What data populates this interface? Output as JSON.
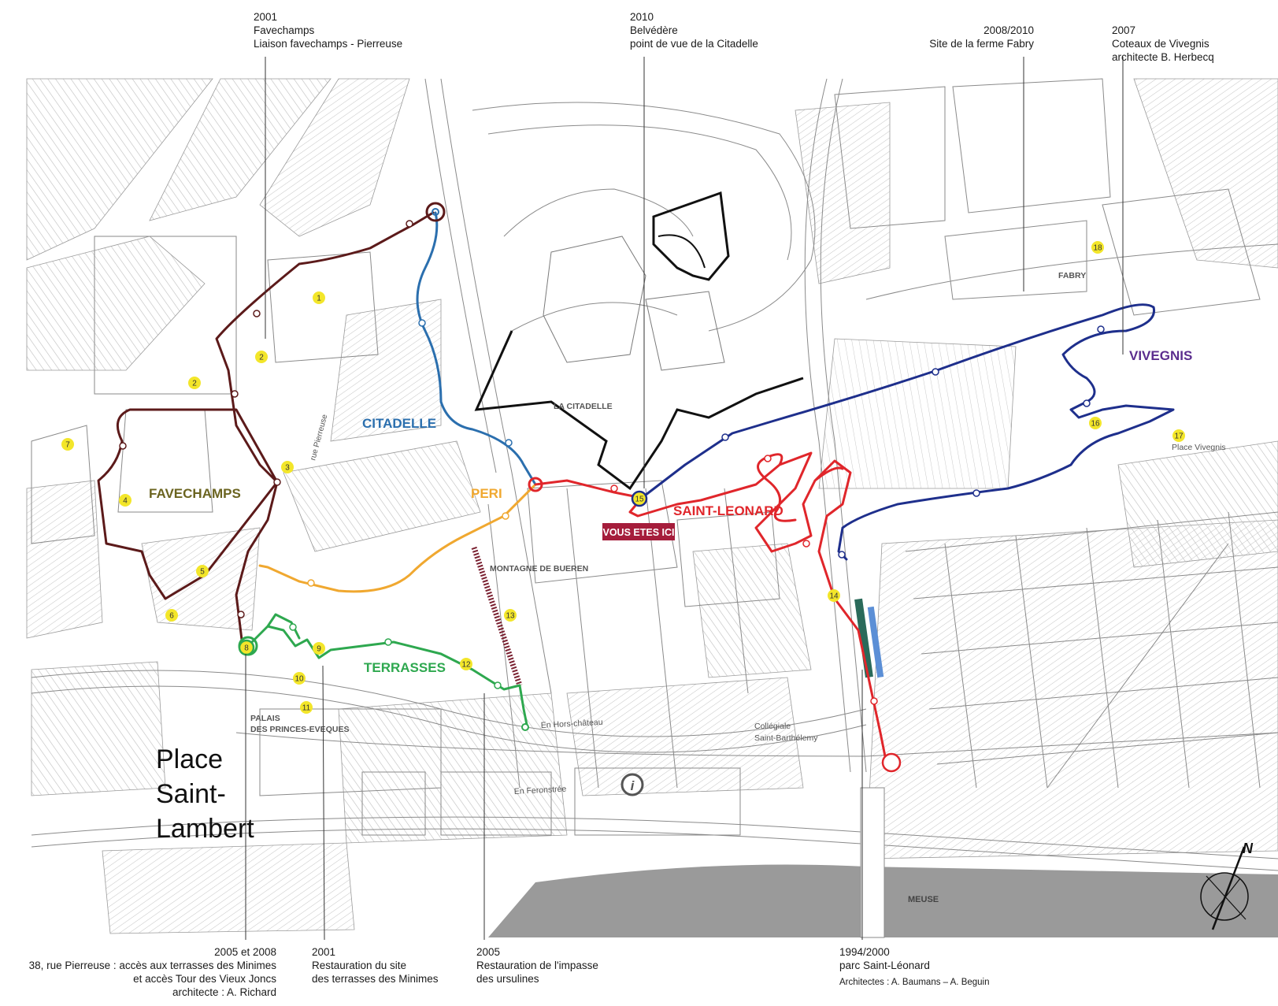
{
  "captions": {
    "top": [
      {
        "id": "favechamps",
        "year": "2001",
        "lines": [
          "Favechamps",
          "Liaison favechamps - Pierreuse"
        ]
      },
      {
        "id": "citadelle",
        "year": "2010",
        "lines": [
          "Belvédère",
          "point de vue de la Citadelle"
        ]
      },
      {
        "id": "fabry",
        "year": "2008/2010",
        "lines": [
          "Site de la ferme Fabry"
        ]
      },
      {
        "id": "vivegnis",
        "year": "2007",
        "lines": [
          "Coteaux de Vivegnis",
          "architecte B. Herbecq"
        ]
      }
    ],
    "bottom": [
      {
        "id": "pierreuse",
        "year": "2005 et 2008",
        "lines": [
          "38, rue Pierreuse : accès aux terrasses des Minimes",
          "et accès Tour des Vieux Joncs",
          "architecte : A. Richard"
        ]
      },
      {
        "id": "minimes",
        "year": "2001",
        "lines": [
          "Restauration du site",
          "des terrasses des Minimes"
        ]
      },
      {
        "id": "ursulines",
        "year": "2005",
        "lines": [
          "Restauration de l'impasse",
          "des ursulines"
        ]
      },
      {
        "id": "leonard",
        "year": "1994/2000",
        "lines": [
          "parc Saint-Léonard",
          "Architectes : A. Baumans – A. Beguin"
        ]
      }
    ]
  },
  "map_labels": {
    "favechamps": "FAVECHAMPS",
    "citadelle": "CITADELLE",
    "peri": "PERI",
    "saint_leonard": "SAINT-LEONARD",
    "vivegnis": "VIVEGNIS",
    "terrasses": "TERRASSES",
    "la_citadelle": "LA CITADELLE",
    "fabry": "FABRY",
    "montagne": "MONTAGNE DE BUEREN",
    "palais_1": "PALAIS",
    "palais_2": "DES PRINCES-EVEQUES",
    "collegiale_1": "Collégiale",
    "collegiale_2": "Saint-Barthélemy",
    "hors_chateau": "En Hors-château",
    "feronstree": "En Feronstrée",
    "place_vivegnis": "Place Vivegnis",
    "rue_pierreuse": "rue Pierreuse",
    "meuse": "MEUSE",
    "place_saint_lambert": [
      "Place",
      "Saint-",
      "Lambert"
    ],
    "vous_etes_ici": "VOUS ETES ICI",
    "north": "N",
    "info": "i"
  },
  "markers": [
    "1",
    "2",
    "2",
    "3",
    "4",
    "5",
    "6",
    "7",
    "8",
    "9",
    "10",
    "11",
    "12",
    "13",
    "14",
    "15",
    "16",
    "17",
    "18"
  ],
  "route_colors": {
    "favechamps": "#5c1a1a",
    "citadelle": "#2b6fae",
    "peri": "#f0a830",
    "saint_leonard": "#e0262b",
    "vivegnis": "#1e2f8c",
    "terrasses": "#2ea84f",
    "marker_fill": "#f3e62a",
    "here_badge": "#a51d3b",
    "river": "#9a9a9a",
    "favechamps_label": "#6b6420",
    "vivegnis_label": "#5b2d8e"
  }
}
